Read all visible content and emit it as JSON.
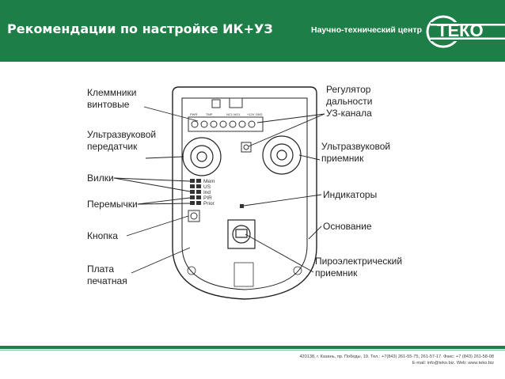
{
  "header": {
    "title": "Рекомендации по настройке ИК+УЗ",
    "center_name": "Научно-технический центр",
    "logo_text": "ТЕКО"
  },
  "diagram": {
    "labels": {
      "terminals": [
        "Клеммники",
        "винтовые"
      ],
      "us_transmitter": [
        "Ультразвуковой",
        "передатчик"
      ],
      "forks": "Вилки",
      "jumpers": "Перемычки",
      "button": "Кнопка",
      "pcb": [
        "Плата",
        "печатная"
      ],
      "regulator": [
        "Регулятор",
        "дальности",
        "УЗ-канала"
      ],
      "us_receiver": [
        "Ультразвуковой",
        "приемник"
      ],
      "indicators": "Индикаторы",
      "base": "Основание",
      "pyro": [
        "Пироэлектрический",
        "приемник"
      ]
    },
    "pins": [
      "Mem",
      "US",
      "Ind",
      "PIR",
      "Prior"
    ]
  },
  "footer": {
    "address": "420138, г. Казань, пр. Победы, 19. Тел.: +7(843) 261-55-75, 261-57-17. Факс: +7 (843) 261-58-08",
    "contacts": "E-mail: info@teko.biz. Web: www.teko.biz"
  }
}
